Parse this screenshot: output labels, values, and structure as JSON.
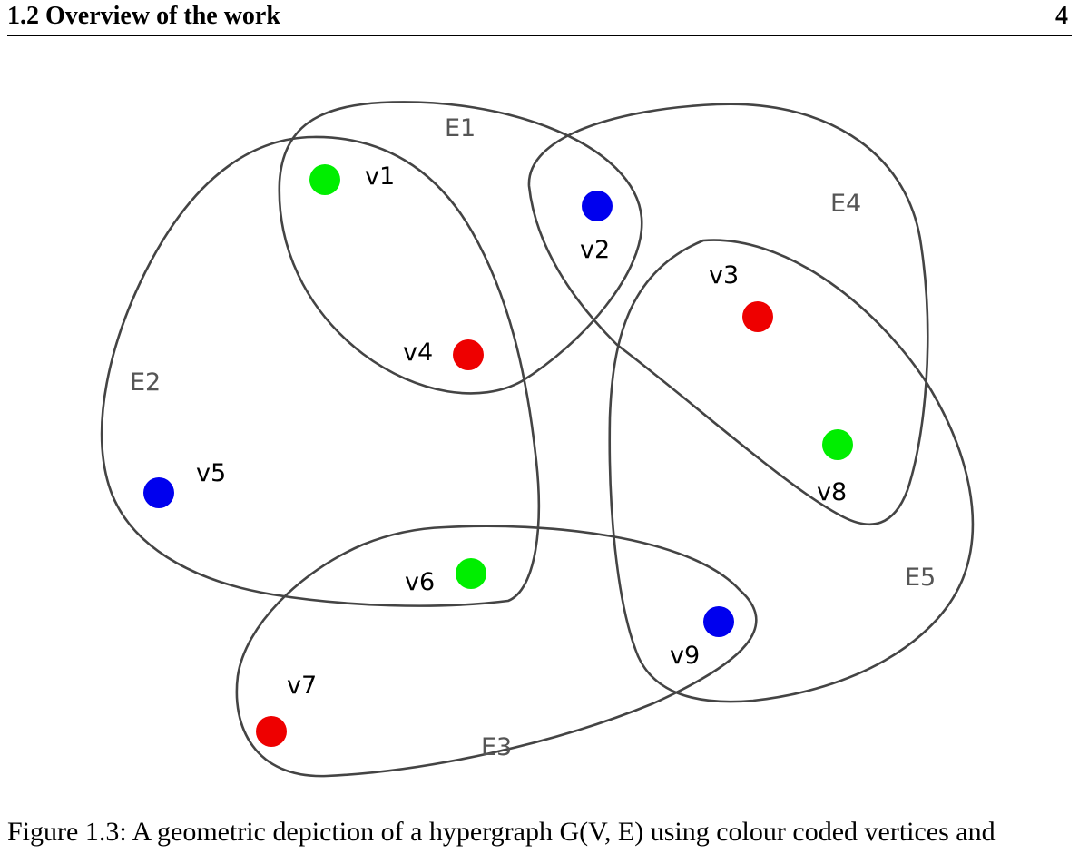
{
  "header": {
    "title": "1.2 Overview of the work",
    "page_number": "4"
  },
  "diagram": {
    "colors": {
      "green": "#00ee00",
      "blue": "#0000ee",
      "red": "#ee0000",
      "edge_stroke": "#444444",
      "edge_label": "#555555"
    },
    "hyperedges": [
      {
        "id": "E1",
        "label": "E1",
        "members": [
          "v1",
          "v4"
        ]
      },
      {
        "id": "E2",
        "label": "E2",
        "members": [
          "v1",
          "v4",
          "v5",
          "v6"
        ]
      },
      {
        "id": "E3",
        "label": "E3",
        "members": [
          "v6",
          "v7",
          "v9"
        ]
      },
      {
        "id": "E4",
        "label": "E4",
        "members": [
          "v2",
          "v3",
          "v8"
        ]
      },
      {
        "id": "E5",
        "label": "E5",
        "members": [
          "v3",
          "v8",
          "v9"
        ]
      }
    ],
    "vertices": [
      {
        "id": "v1",
        "label": "v1",
        "color": "green"
      },
      {
        "id": "v2",
        "label": "v2",
        "color": "blue"
      },
      {
        "id": "v3",
        "label": "v3",
        "color": "red"
      },
      {
        "id": "v4",
        "label": "v4",
        "color": "red"
      },
      {
        "id": "v5",
        "label": "v5",
        "color": "blue"
      },
      {
        "id": "v6",
        "label": "v6",
        "color": "green"
      },
      {
        "id": "v7",
        "label": "v7",
        "color": "red"
      },
      {
        "id": "v8",
        "label": "v8",
        "color": "green"
      },
      {
        "id": "v9",
        "label": "v9",
        "color": "blue"
      }
    ]
  },
  "caption": {
    "text": "Figure 1.3: A geometric depiction of a hypergraph G(V, E) using colour coded vertices and"
  }
}
